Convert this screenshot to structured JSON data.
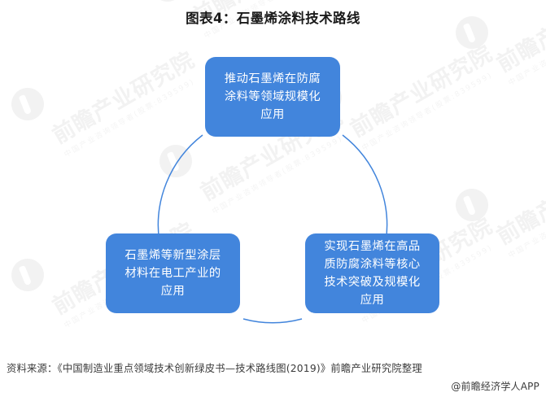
{
  "title": "图表4：石墨烯涂料技术路线",
  "colors": {
    "node_fill": "#4285DC",
    "node_text": "#ffffff",
    "arc_stroke": "#4285DC",
    "background": "#ffffff",
    "watermark": "#f2f2f2",
    "title_text": "#1a1a1a",
    "footer_text": "#3b3b3b"
  },
  "chart_data": {
    "type": "diagram",
    "diagram_kind": "cycle",
    "title": "图表4：石墨烯涂料技术路线",
    "node_count": 3,
    "nodes": [
      {
        "id": "top",
        "position": "top",
        "label": "推动石墨烯在防腐\n涂料等领域规模化\n应用",
        "label_plain": "推动石墨烯在防腐涂料等领域规模化应用"
      },
      {
        "id": "right",
        "position": "bottom-right",
        "label": "实现石墨烯在高品\n质防腐涂料等核心\n技术突破及规模化\n应用",
        "label_plain": "实现石墨烯在高品质防腐涂料等核心技术突破及规模化应用"
      },
      {
        "id": "left",
        "position": "bottom-left",
        "label": "石墨烯等新型涂层\n材料在电工产业的\n应用",
        "label_plain": "石墨烯等新型涂层材料在电工产业的应用"
      }
    ],
    "connectors": [
      {
        "from": "top",
        "to": "right",
        "style": "arc"
      },
      {
        "from": "right",
        "to": "left",
        "style": "arc"
      },
      {
        "from": "left",
        "to": "top",
        "style": "arc"
      }
    ]
  },
  "footer": {
    "source": "资料来源：《中国制造业重点领域技术创新绿皮书—技术路线图(2019)》前瞻产业研究院整理",
    "credit": "@前瞻经济学人APP"
  },
  "watermark": {
    "text": "前瞻产业研究院",
    "subtext": "中国产业咨询领导者(股票:839599)"
  }
}
